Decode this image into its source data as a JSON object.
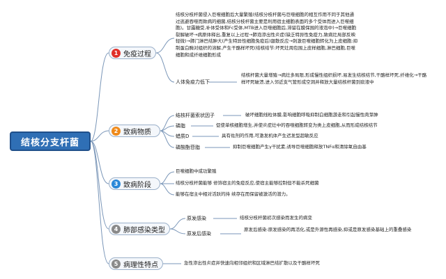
{
  "root": "结核分支杆菌",
  "branches": [
    {
      "num": "1",
      "label": "免疫过程",
      "children": [
        {
          "label": "",
          "text": "结核分枝杆菌侵入巨噬细胞后大量繁殖(结核分枝杆菌与巨噬细胞的相互作用不同于其他通过逃避吞噬而致病的细菌,结核分枝杆菌主要是利用宿主细胞表面的多个受体而进入巨噬细胞)。甘露糖受,补体受体和Fc受体,MTB进入巨噬细胞后,滞留在膜保围的液泡中)→巨噬细胞裂解破坏→病原体释出,重复以上过程→肺泡渗出性炎症(缺乏特异性免疫力,致病灶局部反映轻微)→肺门淋巴结肿大(产生特异性细胞免疫后)龈散反应→刺激巨噬细胞转化为上皮细胞:抑制蛋白酶对组织的溶解,产生干酪样坏死(结核结节:坏死灶周包围上皮样细胞,淋巴细胞,巨噬细胞和成纤维细胞形成"
        },
        {
          "label": "人体免疫力低下",
          "text": "结核杆菌大量增殖→病灶多局限,形成慢性组织损坏,易发生结核结节,干酪样坏死,纤维化→干酪样坏死破溃,进入邻近支气管形成空洞并释放大量结核杆菌到痰液中"
        }
      ]
    },
    {
      "num": "2",
      "label": "致病物质",
      "children": [
        {
          "label": "结核杆菌索状因子",
          "text": "破坏细胞线粒体膜,影响细胞呼吸抑制白细胞游走和引起慢性肉芽肿"
        },
        {
          "label": "磷脂",
          "text": "促使单核细胞增生,并使炎症灶中的吞噬细胞转变为类上皮细胞,从而形成结核结节"
        },
        {
          "label": "蜡质D",
          "text": "具有佐剂的作用,可激发机体产生迟发型超敏反应"
        },
        {
          "label": "磷酸酯苷脂",
          "text": "抑制巨噬细胞产生γ干扰素,诱导巨噬细胞释放TNFα和清除氧自由基"
        }
      ]
    },
    {
      "num": "3",
      "label": "致病阶段",
      "children": [
        {
          "label": "",
          "text": "巨噬细胞中成功繁殖"
        },
        {
          "label": "",
          "text": "结核分枝杆菌能够 修饰宿主的免疫反应,使宿主能够控制但不能杀死细菌"
        },
        {
          "label": "",
          "text": "能够在宿主中相对活跃的持 续存在而保留被激活的潜力。"
        }
      ]
    },
    {
      "num": "4",
      "label": "肺部感染类型",
      "children": [
        {
          "label": "原发感染",
          "text": "结核分枝杆菌初次感染而发生的病变"
        },
        {
          "label": "原发后感染",
          "text": "原发后感染:原发感染的再活化,或是外源性再感染,抑或是原发感染基础上的重叠感染"
        }
      ]
    },
    {
      "num": "5",
      "label": "病理性特点",
      "children": [
        {
          "label": "",
          "text": "急性渗出性炎症并快速向相邻组织和区域淋巴结扩散以及干酪样坏死"
        }
      ]
    }
  ],
  "colors": {
    "root": "#2f6fb5",
    "line": "#7a96b8",
    "num1": "#e0312a",
    "num2": "#ef8a1b",
    "num3": "#2a88d8",
    "num4": "#8a8a8a",
    "num5": "#8a8a8a"
  }
}
